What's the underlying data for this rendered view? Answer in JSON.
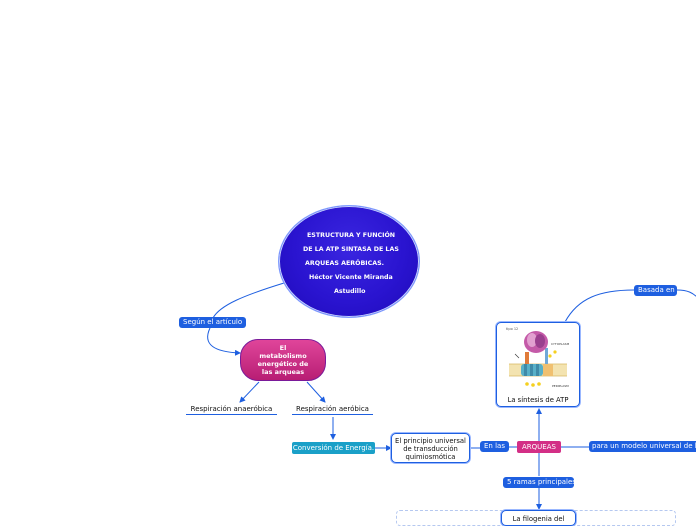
{
  "root": {
    "lines": [
      "ESTRUCTURA Y FUNCIÓN",
      "DE LA ATP SINTASA DE LAS",
      "ARQUEAS AERÓBICAS.",
      "Héctor Vicente Miranda",
      "Astudillo"
    ]
  },
  "labels": {
    "segun": "Según el artículo",
    "basada": "Basada en",
    "en_las": "En las",
    "para": "para  un modelo universal de la",
    "ramas": "5 ramas principales"
  },
  "nodes": {
    "metabolismo": "El metabolismo energético de las arqueas",
    "anaerobica": "Respiración anaeróbica",
    "aerobica": "Respiración aeróbica",
    "conversion": "Conversión de Energía.",
    "principio_lines": [
      "El principio universal",
      "de transducción",
      "quimiosmótica"
    ],
    "sintesis": "La síntesis de ATP",
    "arqueas": "ARQUEAS",
    "filogenia": "La filogenia del"
  },
  "image": {
    "label_top_left": "tipo 12",
    "label_cytoplasm": "CYTOPLASM",
    "label_periplasm": "PERIPLASM"
  },
  "colors": {
    "edge": "#1e5fe0",
    "root": "#2a14d0",
    "pink": "#c9287f",
    "teal": "#1aa0c8",
    "arqueas": "#d32f86"
  }
}
